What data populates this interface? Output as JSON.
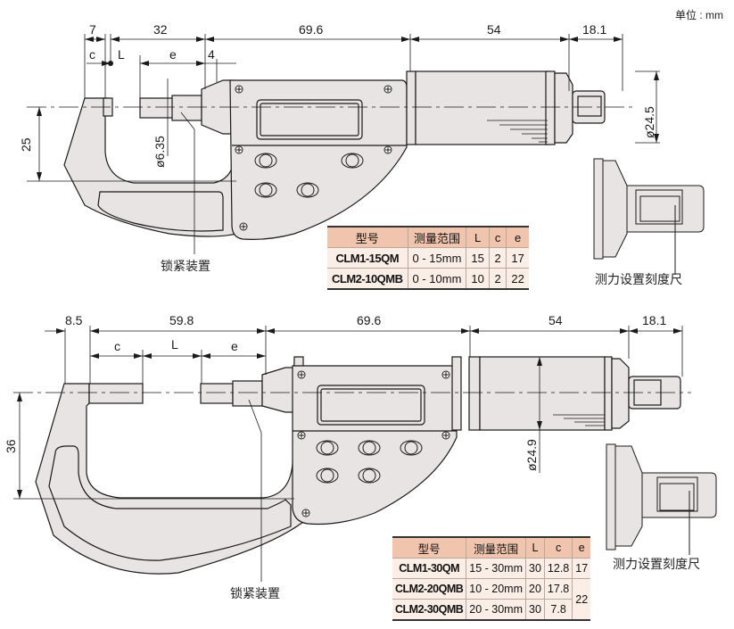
{
  "unit_label": "单位 : mm",
  "colors": {
    "body_fill": "#e8e4e3",
    "line": "#1a1a1a",
    "table_header": "#f1c4ad",
    "table_row": "#fbeee6"
  },
  "top_figure": {
    "dimensions": {
      "d7": "7",
      "d32": "32",
      "d69_6": "69.6",
      "d54": "54",
      "d18_1": "18.1",
      "c": "c",
      "L": "L",
      "e": "e",
      "d4": "4",
      "d25": "25",
      "dia6_35": "ø6.35",
      "dia24_5": "ø24.5"
    },
    "callouts": {
      "lock": "锁紧装置",
      "force_scale": "测力设置刻度尺"
    },
    "table": {
      "headers": [
        "型号",
        "测量范围",
        "L",
        "c",
        "e"
      ],
      "rows": [
        [
          "CLM1-15QM",
          "0 - 15mm",
          "15",
          "2",
          "17"
        ],
        [
          "CLM2-10QMB",
          "0 - 10mm",
          "10",
          "2",
          "22"
        ]
      ]
    }
  },
  "bottom_figure": {
    "dimensions": {
      "d8_5": "8.5",
      "d59_8": "59.8",
      "d69_6": "69.6",
      "d54": "54",
      "d18_1": "18.1",
      "c": "c",
      "L": "L",
      "e": "e",
      "d36": "36",
      "dia24_9": "ø24.9"
    },
    "callouts": {
      "lock": "锁紧装置",
      "force_scale": "测力设置刻度尺"
    },
    "table": {
      "headers": [
        "型号",
        "测量范围",
        "L",
        "c",
        "e"
      ],
      "rows": [
        [
          "CLM1-30QM",
          "15 - 30mm",
          "30",
          "12.8",
          "17"
        ],
        [
          "CLM2-20QMB",
          "10 - 20mm",
          "20",
          "17.8",
          "22"
        ],
        [
          "CLM2-30QMB",
          "20 - 30mm",
          "30",
          "7.8",
          ""
        ]
      ]
    }
  }
}
